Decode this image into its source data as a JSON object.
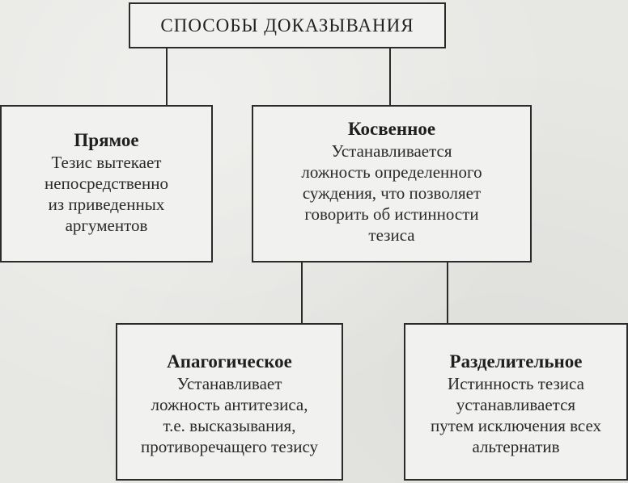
{
  "diagram": {
    "root": {
      "label": "СПОСОБЫ ДОКАЗЫВАНИЯ"
    },
    "direct": {
      "title": "Прямое",
      "lines": [
        "Тезис вытекает",
        "непосредственно",
        "из приведенных",
        "аргументов"
      ]
    },
    "indirect": {
      "title": "Косвенное",
      "lines": [
        "Устанавливается",
        "ложность определенного",
        "суждения, что позволяет",
        "говорить об истинности",
        "тезиса"
      ]
    },
    "apagogic": {
      "title": "Апагогическое",
      "lines": [
        "Устанавливает",
        "ложность антитезиса,",
        "т.е. высказывания,",
        "противоречащего тезису"
      ]
    },
    "disjunctive": {
      "title": "Разделительное",
      "lines": [
        "Истинность тезиса",
        "устанавливается",
        "путем исключения всех",
        "альтернатив"
      ]
    }
  }
}
